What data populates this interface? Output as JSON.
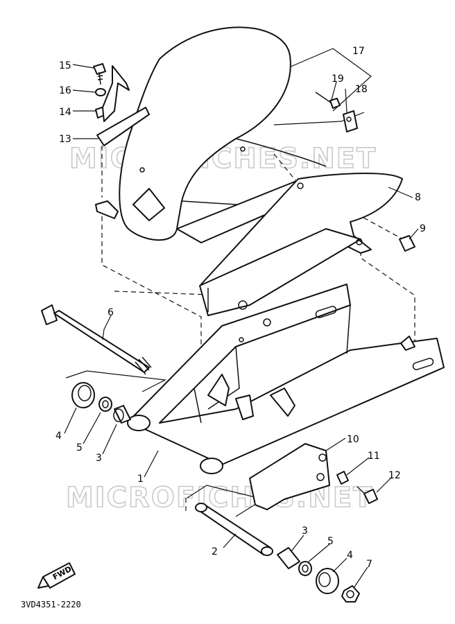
{
  "watermark": "MICROFICHES.NET",
  "diagram_code": "3VD4351-2220",
  "fwd_label": "FWD",
  "callouts": {
    "c1": "1",
    "c2": "2",
    "c3a": "3",
    "c3b": "3",
    "c4a": "4",
    "c4b": "4",
    "c5a": "5",
    "c5b": "5",
    "c6": "6",
    "c7": "7",
    "c8": "8",
    "c9": "9",
    "c10": "10",
    "c11": "11",
    "c12": "12",
    "c13": "13",
    "c14": "14",
    "c15": "15",
    "c16": "16",
    "c17": "17",
    "c18": "18",
    "c19": "19"
  }
}
